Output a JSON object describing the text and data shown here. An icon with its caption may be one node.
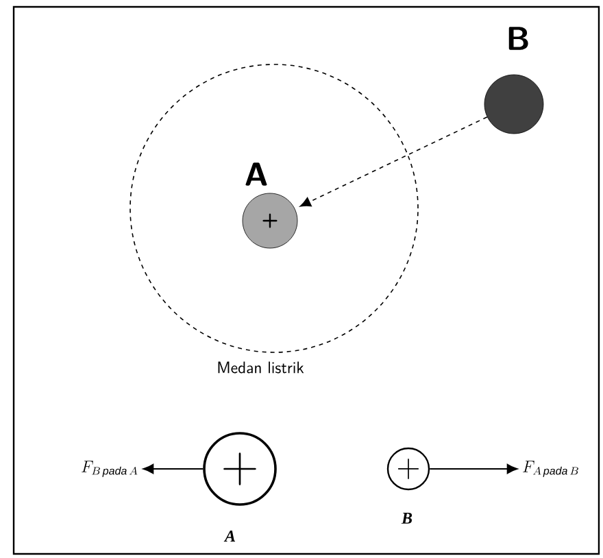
{
  "diagram": {
    "nodes": [
      {
        "text": [],
        "shape": "circle",
        "beside": [
          "Medan listrik"
        ]
      },
      {
        "text": [
          "+"
        ],
        "in": 0,
        "beside": [
          "A"
        ]
      },
      {
        "text": [],
        "shape": "circle",
        "beside": [
          "B"
        ]
      },
      {
        "text": [
          "F_{B\\,\\mathit{pada}\\,A}"
        ]
      },
      {
        "text": [
          "+"
        ],
        "beside": [
          "A"
        ]
      },
      {
        "text": [
          "+"
        ],
        "beside": [
          "B"
        ]
      },
      {
        "text": [
          "F_{A\\,\\mathit{pada}\\,B}"
        ]
      }
    ],
    "edges": [
      {
        "from": 2,
        "to": 1,
        "arrow": "to",
        "style": "dashed"
      },
      {
        "from": 4,
        "to": 3,
        "arrow": "to"
      },
      {
        "from": 5,
        "to": 6,
        "arrow": "to"
      }
    ]
  }
}
